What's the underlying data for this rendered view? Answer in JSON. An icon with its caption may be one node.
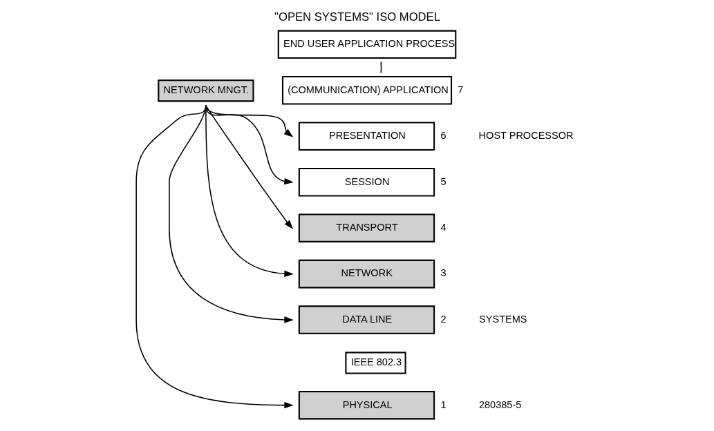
{
  "diagram": {
    "title": "\"OPEN SYSTEMS\" ISO MODEL",
    "nodes": [
      {
        "text": [
          "END USER APPLICATION PROCESS"
        ]
      },
      {
        "text": [
          "NETWORK MNGT."
        ]
      },
      {
        "text": [
          "(COMMUNICATION) APPLICATION"
        ],
        "beside": [
          "7"
        ]
      },
      {
        "text": [
          "PRESENTATION"
        ],
        "beside": [
          "6"
        ]
      },
      {
        "text": [
          "SESSION"
        ],
        "beside": [
          "5"
        ]
      },
      {
        "text": [
          "TRANSPORT"
        ],
        "beside": [
          "4"
        ]
      },
      {
        "text": [
          "NETWORK"
        ],
        "beside": [
          "3"
        ]
      },
      {
        "text": [
          "DATA LINE"
        ],
        "beside": [
          "2"
        ]
      },
      {
        "text": [
          "IEEE 802.3"
        ]
      },
      {
        "text": [
          "PHYSICAL"
        ],
        "beside": [
          "1"
        ]
      }
    ],
    "edges": [
      {
        "from": 0,
        "to": 2,
        "arrow": "none"
      },
      {
        "from": 1,
        "to": 3,
        "arrow": "to"
      },
      {
        "from": 1,
        "to": 4,
        "arrow": "to"
      },
      {
        "from": 1,
        "to": 5,
        "arrow": "to"
      },
      {
        "from": 1,
        "to": 6,
        "arrow": "to"
      },
      {
        "from": 1,
        "to": 7,
        "arrow": "to"
      },
      {
        "from": 1,
        "to": 9,
        "arrow": "to"
      }
    ],
    "labels": [
      "HOST PROCESSOR",
      "SYSTEMS",
      "280385-5"
    ]
  }
}
